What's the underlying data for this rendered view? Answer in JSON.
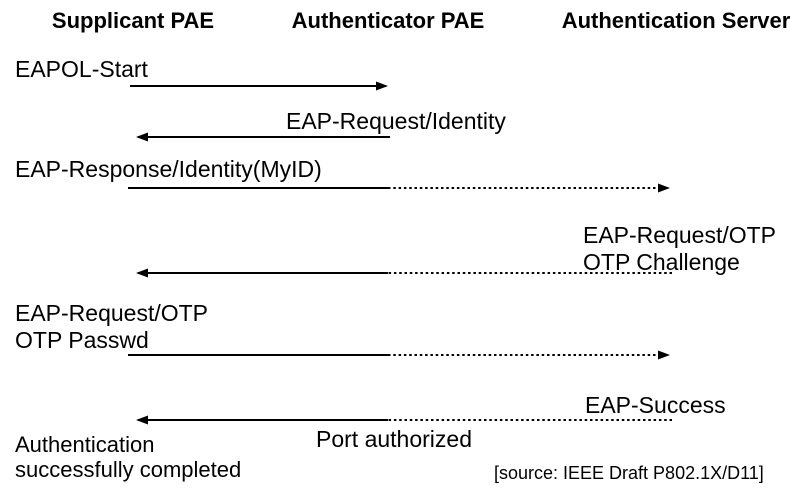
{
  "columns": [
    {
      "id": "supplicant",
      "label": "Supplicant PAE"
    },
    {
      "id": "authenticator",
      "label": "Authenticator PAE"
    },
    {
      "id": "auth_server",
      "label": "Authentication Server"
    }
  ],
  "messages": [
    {
      "label": "EAPOL-Start",
      "from": "Supplicant PAE",
      "to": "Authenticator PAE",
      "direction": "right",
      "style": "solid"
    },
    {
      "label": "EAP-Request/Identity",
      "from": "Authenticator PAE",
      "to": "Supplicant PAE",
      "direction": "left",
      "style": "solid"
    },
    {
      "label": "EAP-Response/Identity(MyID)",
      "from": "Supplicant PAE",
      "to": "Authentication Server",
      "direction": "right",
      "style": "solid-then-dotted"
    },
    {
      "label": "EAP-Request/OTP",
      "label2": "OTP Challenge",
      "from": "Authentication Server",
      "to": "Supplicant PAE",
      "direction": "left",
      "style": "dotted-then-solid"
    },
    {
      "label": "EAP-Request/OTP",
      "label2": "OTP Passwd",
      "from": "Supplicant PAE",
      "to": "Authentication Server",
      "direction": "right",
      "style": "solid-then-dotted"
    },
    {
      "label": "EAP-Success",
      "from": "Authentication Server",
      "to": "Supplicant PAE",
      "direction": "left",
      "style": "dotted-then-solid",
      "note": "Port authorized"
    }
  ],
  "footer": {
    "completion_line1": "Authentication",
    "completion_line2": "successfully completed",
    "source": "[source: IEEE Draft P802.1X/D11]"
  },
  "colors": {
    "background": "#ffffff",
    "text": "#000000",
    "line": "#000000"
  }
}
